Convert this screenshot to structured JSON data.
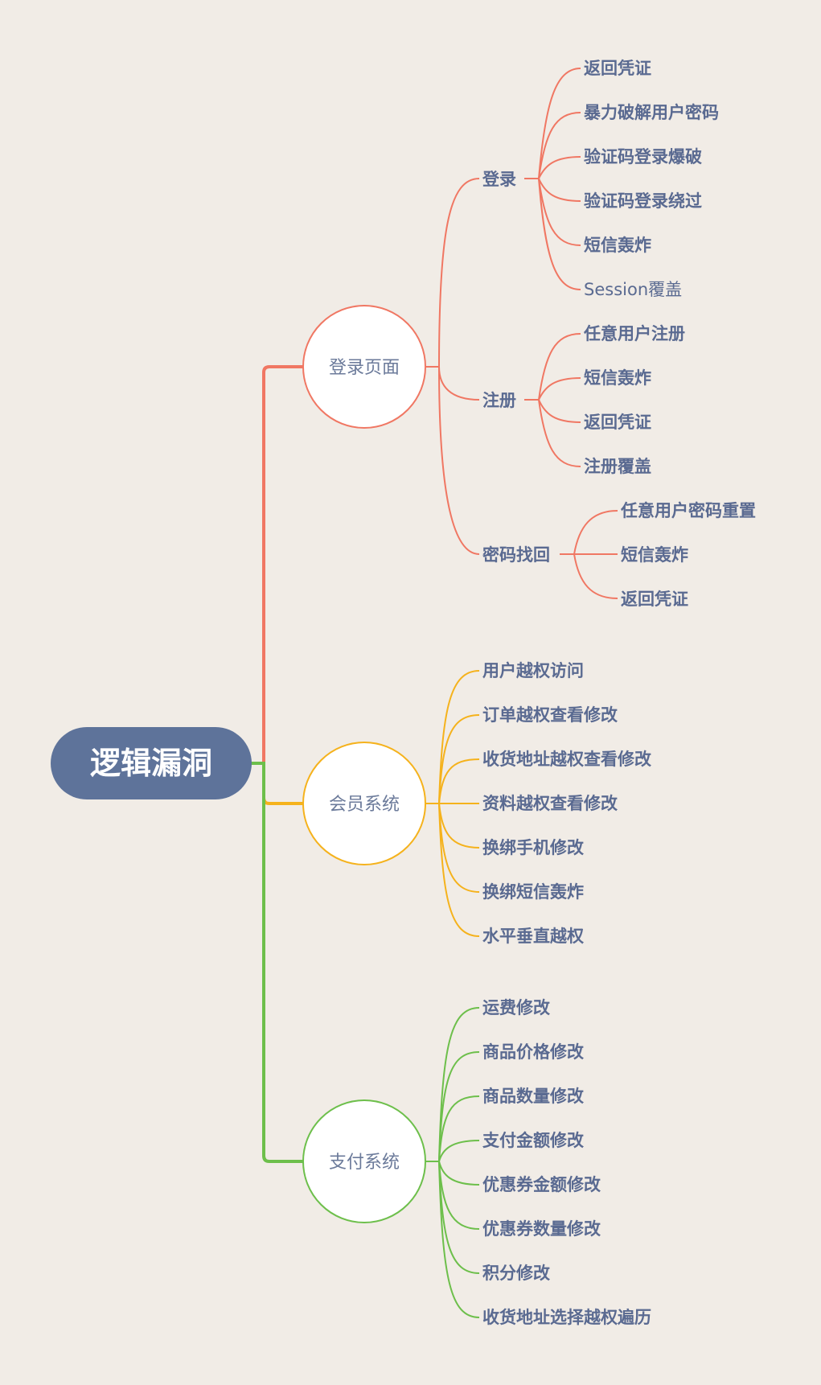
{
  "colors": {
    "background": "#f1ece6",
    "root": "#5e739a",
    "login_branch": "#f07763",
    "member_branch": "#f5b21c",
    "payment_branch": "#6dbf4b",
    "text": "#5a6a91"
  },
  "root": {
    "label": "逻辑漏洞"
  },
  "branches": [
    {
      "label": "登录页面",
      "groups": [
        {
          "label": "登录",
          "items": [
            "返回凭证",
            "暴力破解用户密码",
            "验证码登录爆破",
            "验证码登录绕过",
            "短信轰炸",
            "Session覆盖"
          ]
        },
        {
          "label": "注册",
          "items": [
            "任意用户注册",
            "短信轰炸",
            "返回凭证",
            "注册覆盖"
          ]
        },
        {
          "label": "密码找回",
          "items": [
            "任意用户密码重置",
            "短信轰炸",
            "返回凭证"
          ]
        }
      ]
    },
    {
      "label": "会员系统",
      "items": [
        "用户越权访问",
        "订单越权查看修改",
        "收货地址越权查看修改",
        "资料越权查看修改",
        "换绑手机修改",
        "换绑短信轰炸",
        "水平垂直越权"
      ]
    },
    {
      "label": "支付系统",
      "items": [
        "运费修改",
        "商品价格修改",
        "商品数量修改",
        "支付金额修改",
        "优惠券金额修改",
        "优惠券数量修改",
        "积分修改",
        "收货地址选择越权遍历"
      ]
    }
  ]
}
